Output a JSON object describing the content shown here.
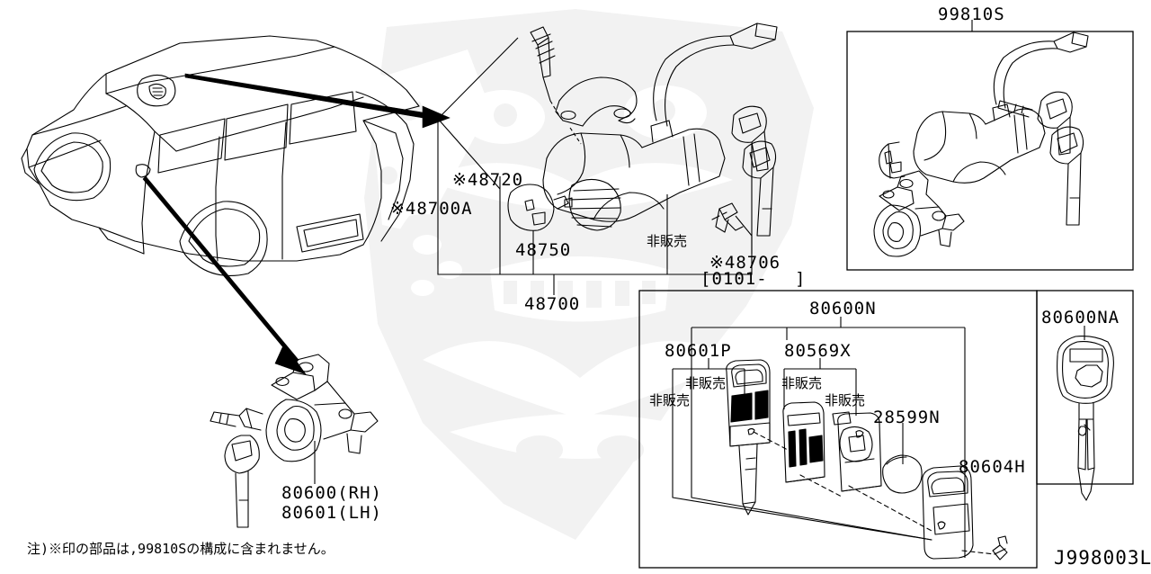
{
  "diagram": {
    "id": "J998003L",
    "footnote": "注)※印の部品は,99810Sの構成に含まれません。",
    "not_for_sale_label": "非販売",
    "kome_mark": "※"
  },
  "vehicle": {
    "name": "wagon-suv-outline",
    "callout_ignition": "ignition-lock-location",
    "callout_door": "door-lock-location"
  },
  "groups": {
    "steering_lock": {
      "assembly_label": "48700",
      "items": [
        {
          "code": "※48700A",
          "name": "steering-lock-assembly"
        },
        {
          "code": "※48720",
          "name": "shear-bolt"
        },
        {
          "code": "48750",
          "name": "key-cylinder"
        },
        {
          "code": "※48706",
          "name": "lock-clip"
        },
        {
          "code": "[0101-",
          "name": "date-range-start"
        },
        {
          "code": "]",
          "name": "date-range-end"
        }
      ],
      "not_for_sale_marks": 1
    },
    "key_set": {
      "code": "99810S",
      "name": "key-set-assembly"
    },
    "door_lock": {
      "code_rh": "80600(RH)",
      "code_lh": "80601(LH)",
      "name": "door-lock-cylinder"
    },
    "remote_key": {
      "assembly_label": "80600N",
      "items": [
        {
          "code": "80601P",
          "name": "key-blade-housing"
        },
        {
          "code": "80569X",
          "name": "transmitter-circuit"
        },
        {
          "code": "28599N",
          "name": "battery"
        },
        {
          "code": "80604H",
          "name": "fob-back-cover"
        }
      ],
      "not_for_sale_marks": 3
    },
    "key_blank": {
      "code": "80600NA",
      "name": "transponder-key-blank"
    }
  }
}
